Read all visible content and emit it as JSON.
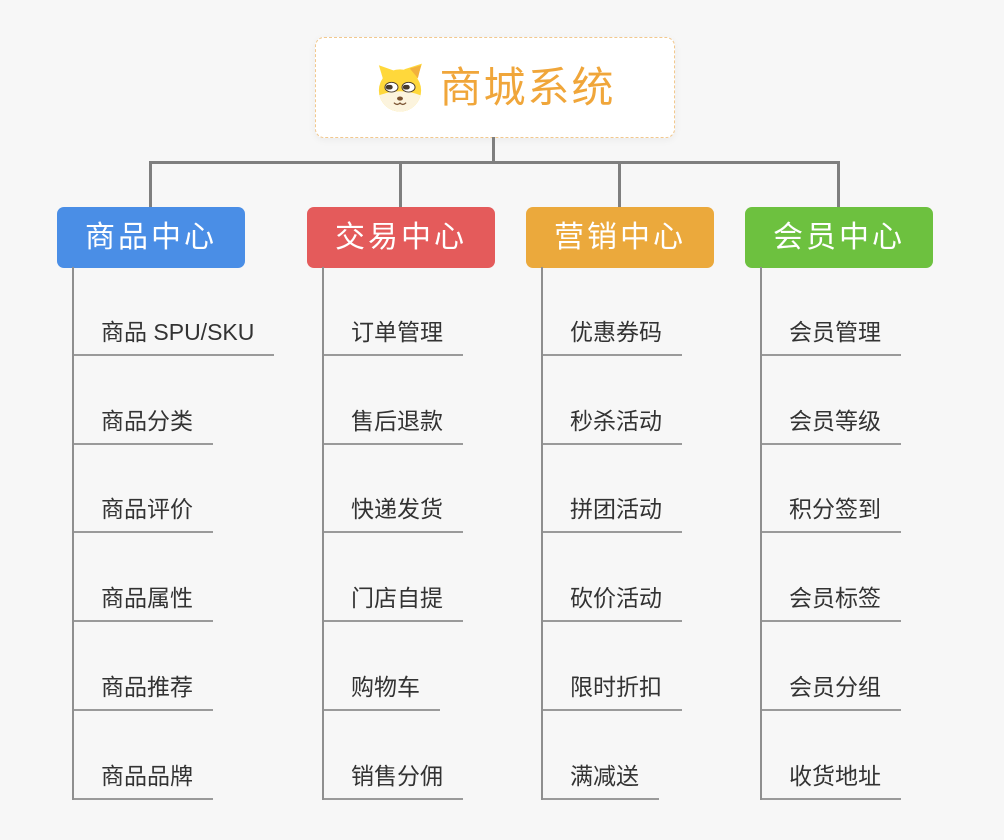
{
  "root": {
    "title": "商城系统",
    "title_color": "#f0a63a",
    "icon": "dog-face-icon"
  },
  "branches": [
    {
      "label": "商品中心",
      "color": "#4a8ee6",
      "children": [
        "商品 SPU/SKU",
        "商品分类",
        "商品评价",
        "商品属性",
        "商品推荐",
        "商品品牌"
      ]
    },
    {
      "label": "交易中心",
      "color": "#e45b5b",
      "children": [
        "订单管理",
        "售后退款",
        "快递发货",
        "门店自提",
        "购物车",
        "销售分佣"
      ]
    },
    {
      "label": "营销中心",
      "color": "#eba93c",
      "children": [
        "优惠券码",
        "秒杀活动",
        "拼团活动",
        "砍价活动",
        "限时折扣",
        "满减送"
      ]
    },
    {
      "label": "会员中心",
      "color": "#6dc13f",
      "children": [
        "会员管理",
        "会员等级",
        "积分签到",
        "会员标签",
        "会员分组",
        "收货地址"
      ]
    }
  ]
}
